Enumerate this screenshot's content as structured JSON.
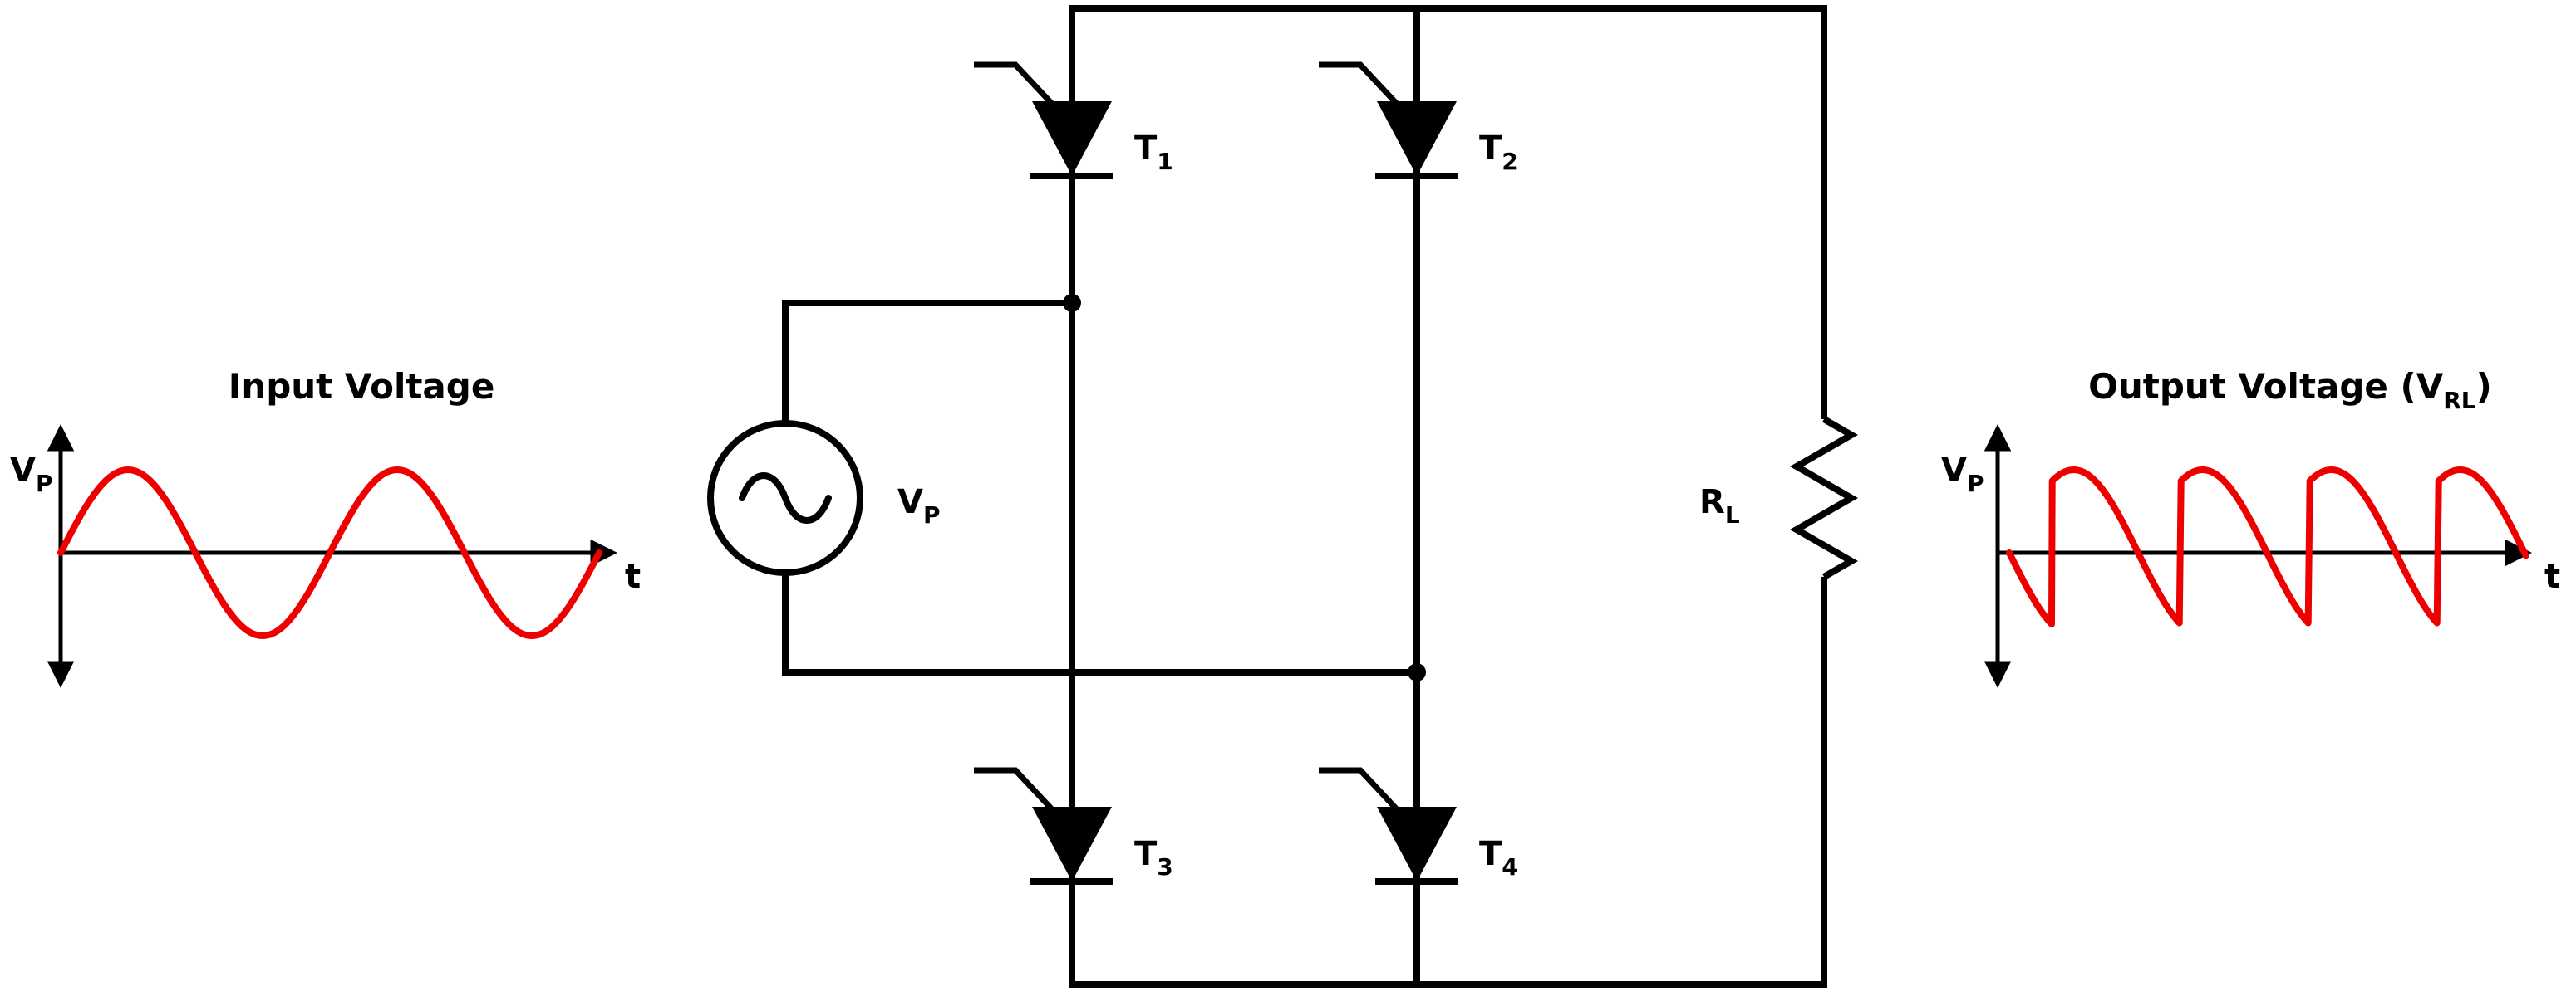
{
  "colors": {
    "wave_red": "#ee0000",
    "ink": "#000000",
    "background": "#ffffff"
  },
  "input_graph": {
    "title": "Input Voltage",
    "y_axis_label": {
      "main": "V",
      "sub": "P"
    },
    "x_axis_label": "t"
  },
  "output_graph": {
    "title": {
      "pre": "Output Voltage (V",
      "sub": "RL",
      "post": ")"
    },
    "y_axis_label": {
      "main": "V",
      "sub": "P"
    },
    "x_axis_label": "t"
  },
  "circuit": {
    "source": {
      "type": "ac-voltage-source",
      "label": {
        "main": "V",
        "sub": "P"
      }
    },
    "load": {
      "type": "resistor",
      "label": {
        "main": "R",
        "sub": "L"
      }
    },
    "thyristors": [
      {
        "id": "T1",
        "label": {
          "main": "T",
          "sub": "1"
        },
        "position": "upper-left"
      },
      {
        "id": "T2",
        "label": {
          "main": "T",
          "sub": "2"
        },
        "position": "upper-right"
      },
      {
        "id": "T3",
        "label": {
          "main": "T",
          "sub": "3"
        },
        "position": "lower-left"
      },
      {
        "id": "T4",
        "label": {
          "main": "T",
          "sub": "4"
        },
        "position": "lower-right"
      }
    ]
  },
  "chart_data": [
    {
      "type": "line",
      "title": "Input Voltage",
      "xlabel": "t",
      "ylabel": "V_P",
      "grid": false,
      "legend": false,
      "y_range": [
        -1,
        1
      ],
      "series": [
        {
          "name": "input sine wave",
          "waveform": "sine",
          "amplitude": 1,
          "amplitude_unit": "V_P",
          "cycles_shown": 2,
          "color": "#ee0000"
        }
      ]
    },
    {
      "type": "line",
      "title": "Output Voltage (V_RL)",
      "xlabel": "t",
      "ylabel": "V_P",
      "grid": false,
      "legend": false,
      "y_range": [
        -1,
        1
      ],
      "series": [
        {
          "name": "rectified output wave",
          "waveform": "phase-controlled full-wave rectified sine",
          "amplitude": 1,
          "amplitude_unit": "V_P",
          "firing_angle_deg": 60,
          "pulses_shown": 4,
          "color": "#ee0000"
        }
      ]
    }
  ]
}
